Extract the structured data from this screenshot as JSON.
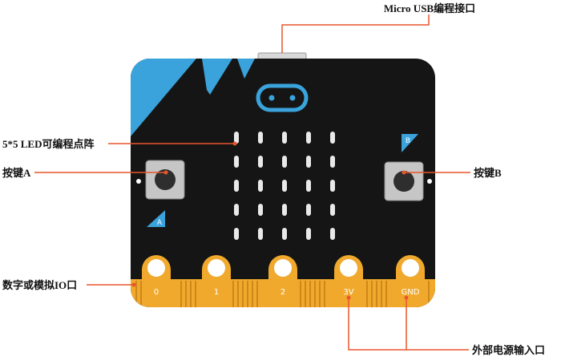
{
  "colors": {
    "board": "#151515",
    "accent_blue": "#3aa3dc",
    "gold": "#f0a92c",
    "callout_line": "#e8572b",
    "button_body": "#c6c6c6"
  },
  "callouts": {
    "usb": "Micro USB编程接口",
    "led_matrix": "5*5 LED可编程点阵",
    "button_a": "按键A",
    "button_b": "按键B",
    "io_pins": "数字或模拟IO口",
    "power": "外部电源输入口"
  },
  "board": {
    "button_a_letter": "A",
    "button_b_letter": "B",
    "pins": [
      {
        "label": "0"
      },
      {
        "label": "1"
      },
      {
        "label": "2"
      },
      {
        "label": "3V"
      },
      {
        "label": "GND"
      }
    ]
  }
}
